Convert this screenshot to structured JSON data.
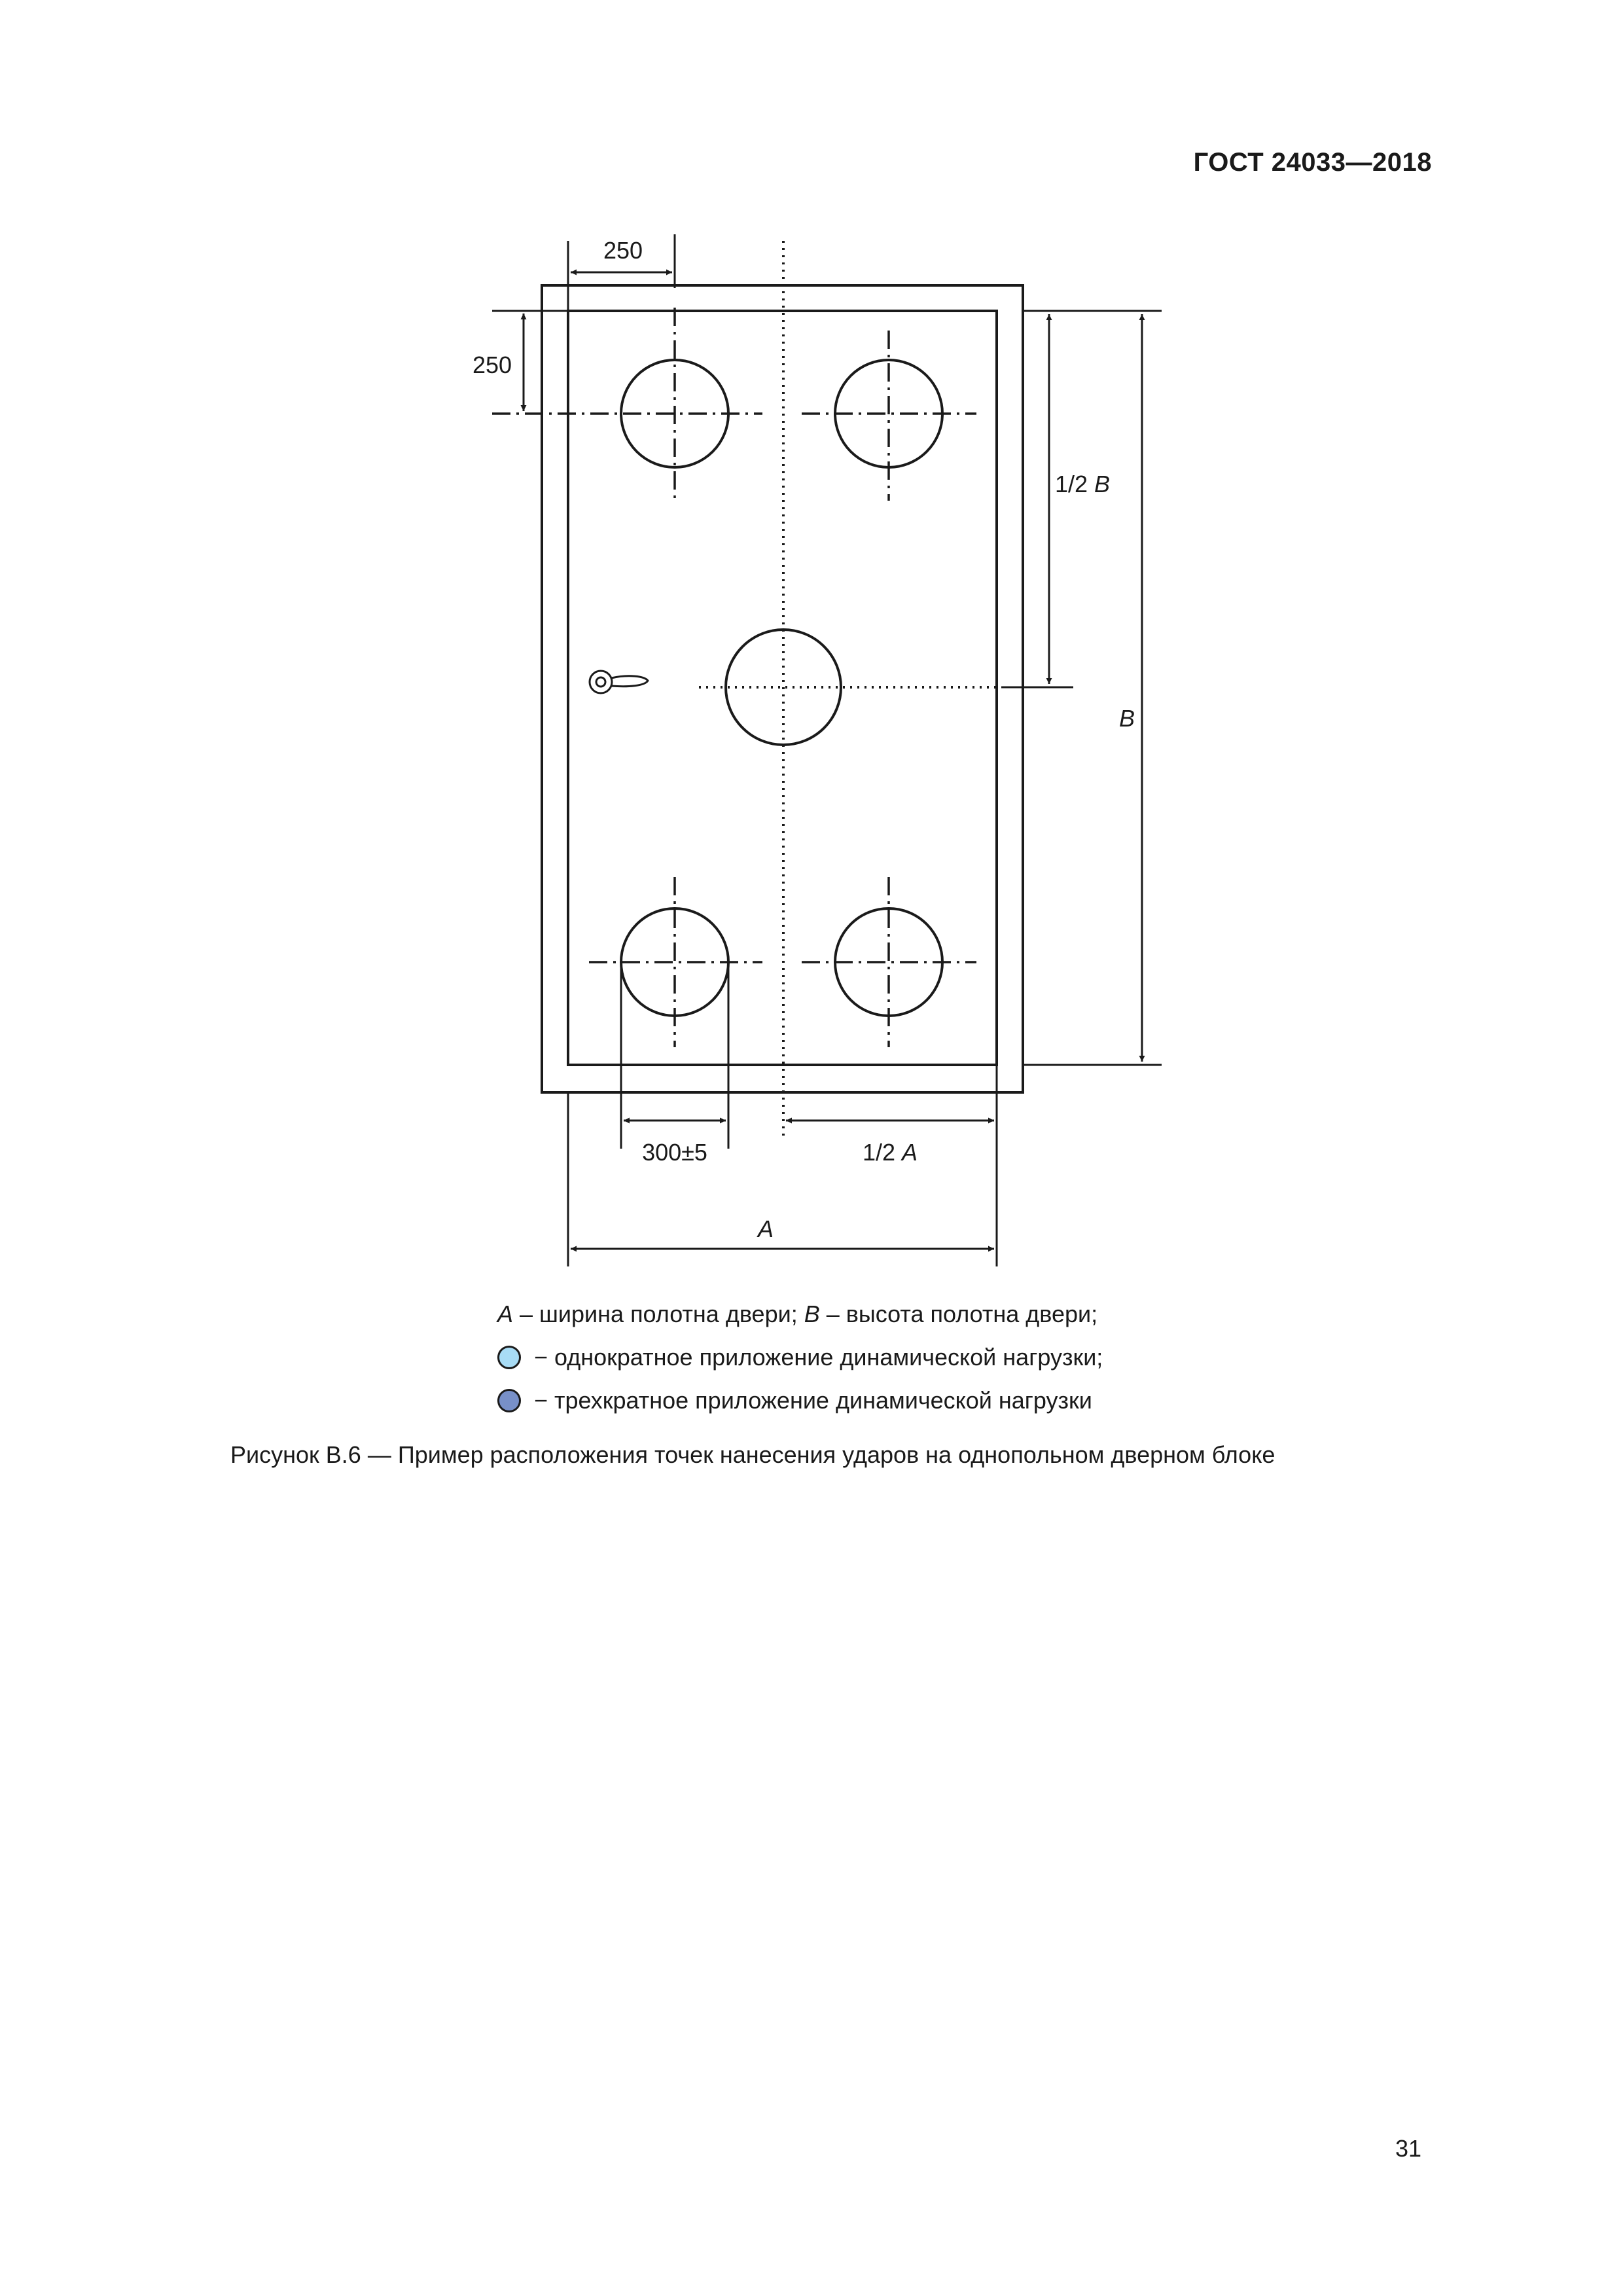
{
  "header": {
    "standard": "ГОСТ 24033—2018"
  },
  "figure": {
    "dims": {
      "top_offset": "250",
      "left_offset": "250",
      "half_b_prefix": "1/2 ",
      "half_b_var": "B",
      "b_var": "B",
      "diameter": "300±5",
      "half_a_prefix": "1/2 ",
      "half_a_var": "A",
      "a_var": "A"
    },
    "colors": {
      "single_impact": "#a8dcf5",
      "triple_impact": "#7890c8",
      "line": "#1a1a1a"
    }
  },
  "legend": {
    "line1": {
      "a_var": "A",
      "a_text": " – ширина полотна двери; ",
      "b_var": "B",
      "b_text": " – высота полотна двери;"
    },
    "line2": {
      "icon": "light-blue-circle",
      "text": "− однократное приложение динамической нагрузки;"
    },
    "line3": {
      "icon": "dark-blue-circle",
      "text": "− трехкратное приложение динамической нагрузки"
    }
  },
  "caption": "Рисунок В.6 — Пример расположения точек нанесения ударов на однопольном дверном блоке",
  "page_number": "31"
}
